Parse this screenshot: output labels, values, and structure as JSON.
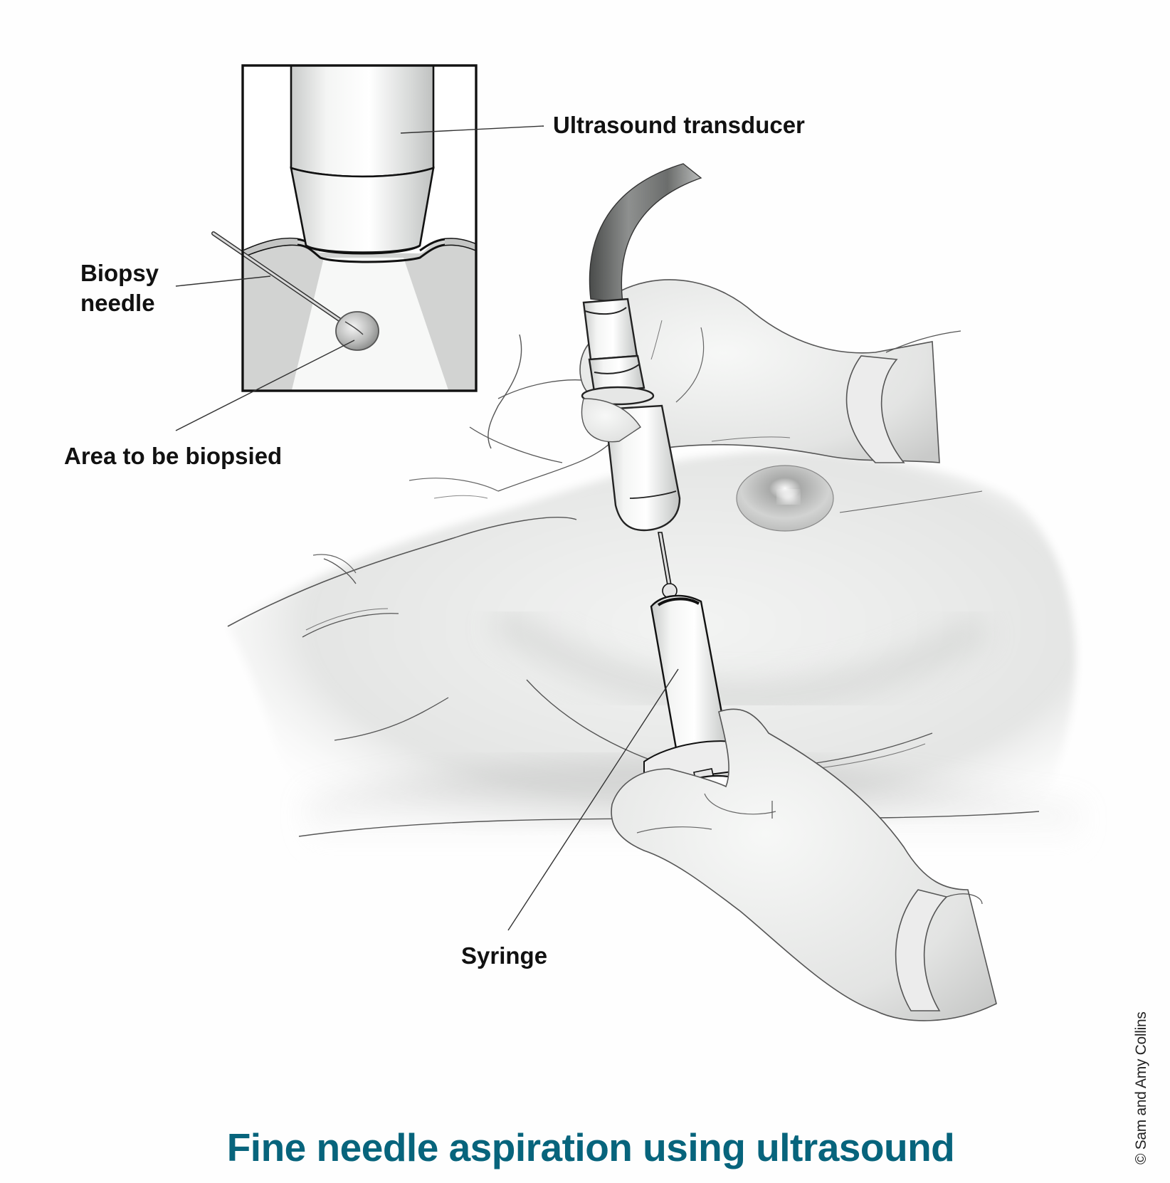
{
  "figure": {
    "title": "Fine needle aspiration using ultrasound",
    "title_color": "#07647c",
    "copyright": "© Sam and Amy Collins"
  },
  "labels": {
    "ultrasound_transducer": "Ultrasound transducer",
    "biopsy_needle_line1": "Biopsy",
    "biopsy_needle_line2": "needle",
    "area_to_be_biopsied": "Area to be biopsied",
    "syringe": "Syringe"
  },
  "inset": {
    "description": "Close-up cross-section: ultrasound transducer on skin, needle entering lesion within ultrasound beam"
  },
  "scene": {
    "description": "Gloved hands holding ultrasound transducer on breast while second hand inserts fine needle syringe"
  }
}
